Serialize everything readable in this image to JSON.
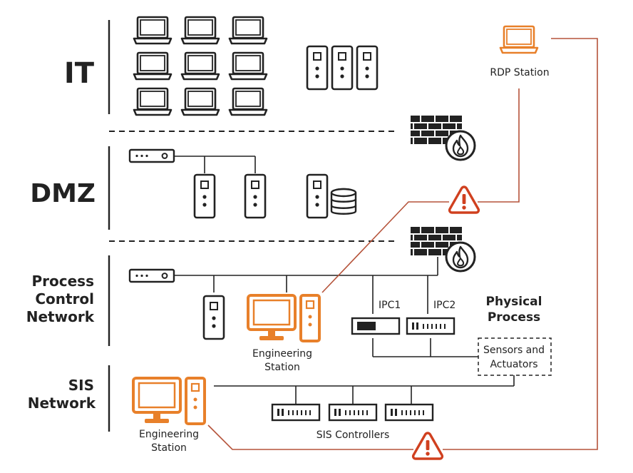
{
  "zones": {
    "it": "IT",
    "dmz": "DMZ",
    "pcn": [
      "Process",
      "Control",
      "Network"
    ],
    "sis": [
      "SIS",
      "Network"
    ]
  },
  "labels": {
    "rdp_station": "RDP Station",
    "engineering_station_pcn": [
      "Engineering",
      "Station"
    ],
    "engineering_station_sis": [
      "Engineering",
      "Station"
    ],
    "ipc1": "IPC1",
    "ipc2": "IPC2",
    "physical_process": [
      "Physical",
      "Process"
    ],
    "sensors_actuators": [
      "Sensors and",
      "Actuators"
    ],
    "sis_controllers": "SIS Controllers"
  },
  "colors": {
    "ink": "#222222",
    "accent": "#E8802A",
    "attack_path": "#B5533A",
    "warning": "#D0401F"
  },
  "icons": {
    "laptop": "laptop-icon",
    "server_tower": "server-tower-icon",
    "switch": "network-switch-icon",
    "firewall": "firewall-icon",
    "database": "database-icon",
    "workstation": "workstation-icon",
    "controller": "controller-icon",
    "warning": "warning-icon"
  }
}
